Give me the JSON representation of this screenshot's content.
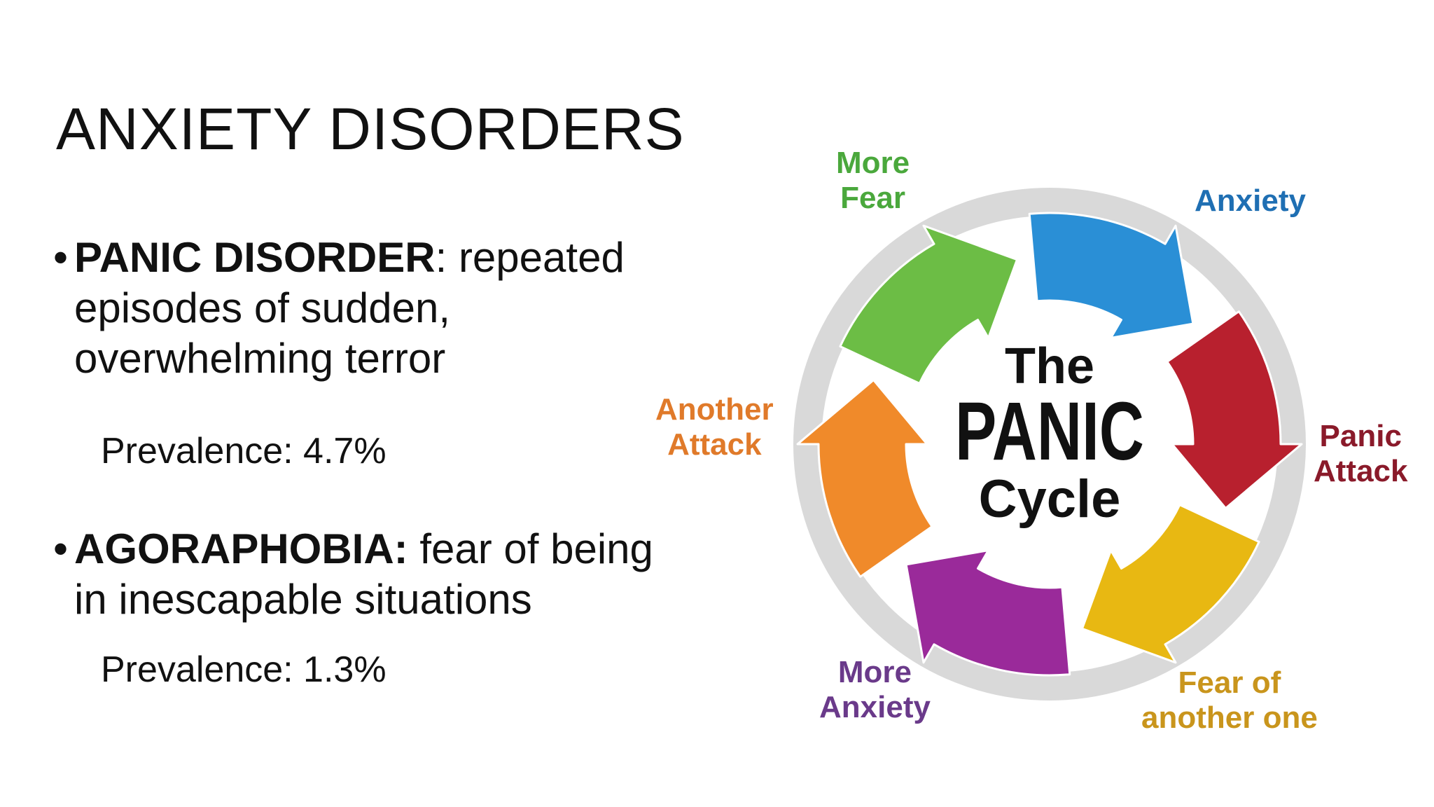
{
  "slide": {
    "title": "ANXIETY DISORDERS",
    "bullets": [
      {
        "term": "PANIC DISORDER",
        "separator": ":",
        "definition": " repeated episodes of sudden, overwhelming terror",
        "prevalence": "Prevalence: 4.7%"
      },
      {
        "term": "AGORAPHOBIA:",
        "separator": "",
        "definition": " fear of being in inescapable situations",
        "prevalence": "Prevalence: 1.3%"
      }
    ]
  },
  "diagram": {
    "center": {
      "line1": "The",
      "line2": "PANIC",
      "line3": "Cycle"
    },
    "stages": [
      {
        "label": "More\nFear",
        "color": "#4aa83c",
        "arrow_color": "#6cbd45"
      },
      {
        "label": "Anxiety",
        "color": "#1f6fb3",
        "arrow_color": "#2a8fd6"
      },
      {
        "label": "Panic\nAttack",
        "color": "#8a1a2a",
        "arrow_color": "#b8202e"
      },
      {
        "label": "Fear of\nanother one",
        "color": "#c9951c",
        "arrow_color": "#e8b812"
      },
      {
        "label": "More\nAnxiety",
        "color": "#6a3a8a",
        "arrow_color": "#9a2a9a"
      },
      {
        "label": "Another\nAttack",
        "color": "#e07a2a",
        "arrow_color": "#f08a2a"
      }
    ],
    "ring_color": "#d9d9d9"
  }
}
